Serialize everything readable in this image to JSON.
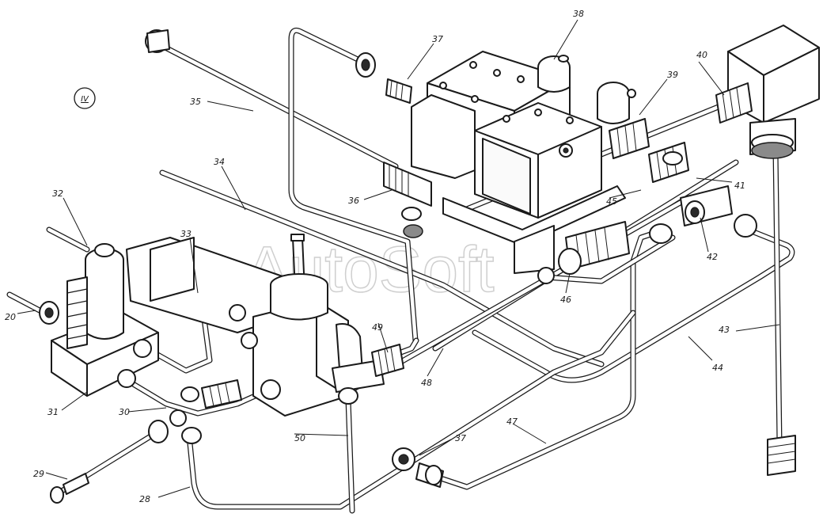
{
  "view_label": "IV",
  "watermark": "AutoSoft",
  "callouts": [
    {
      "id": "c20",
      "text": "20"
    },
    {
      "id": "c28",
      "text": "28"
    },
    {
      "id": "c29",
      "text": "29"
    },
    {
      "id": "c30",
      "text": "30"
    },
    {
      "id": "c31",
      "text": "31"
    },
    {
      "id": "c32",
      "text": "32"
    },
    {
      "id": "c33",
      "text": "33"
    },
    {
      "id": "c34",
      "text": "34"
    },
    {
      "id": "c35",
      "text": "35"
    },
    {
      "id": "c36",
      "text": "36"
    },
    {
      "id": "c37a",
      "text": "37"
    },
    {
      "id": "c37b",
      "text": "37"
    },
    {
      "id": "c38",
      "text": "38"
    },
    {
      "id": "c39",
      "text": "39"
    },
    {
      "id": "c40",
      "text": "40"
    },
    {
      "id": "c41",
      "text": "41"
    },
    {
      "id": "c42",
      "text": "42"
    },
    {
      "id": "c43",
      "text": "43"
    },
    {
      "id": "c44",
      "text": "44"
    },
    {
      "id": "c45",
      "text": "45"
    },
    {
      "id": "c46",
      "text": "46"
    },
    {
      "id": "c47",
      "text": "47"
    },
    {
      "id": "c48",
      "text": "48"
    },
    {
      "id": "c49",
      "text": "49"
    },
    {
      "id": "c50",
      "text": "50"
    }
  ]
}
